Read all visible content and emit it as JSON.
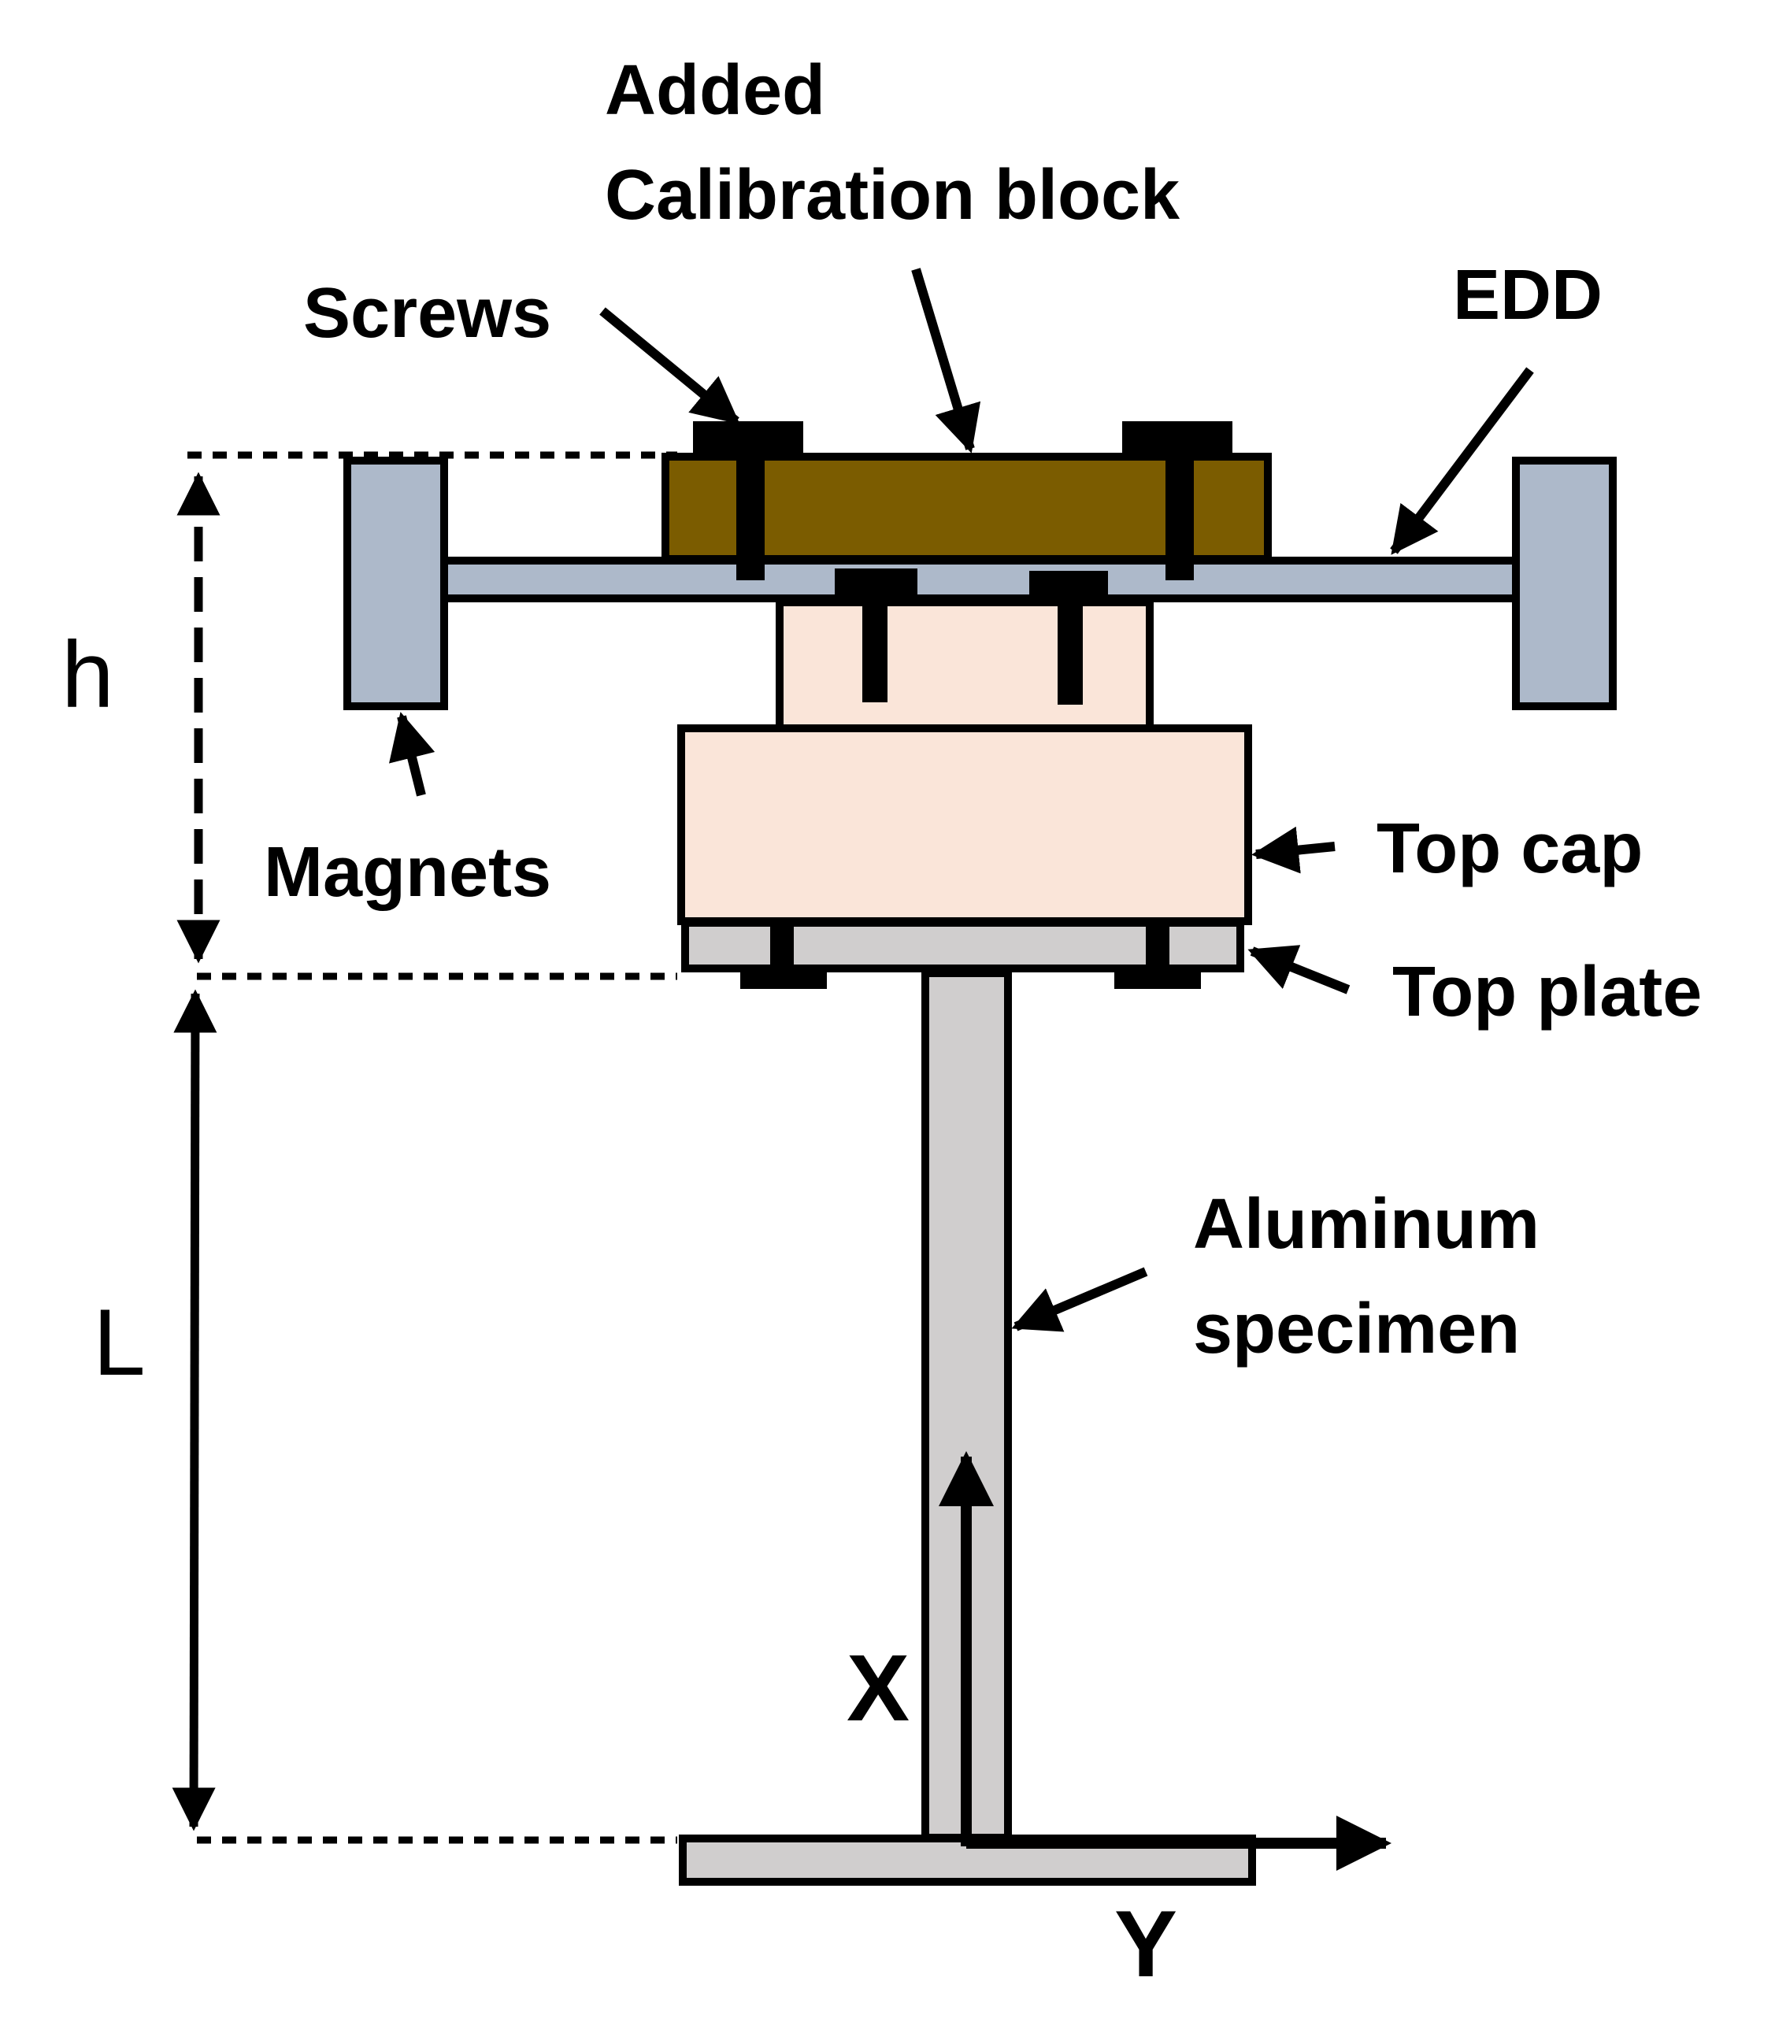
{
  "labels": {
    "calibration_block_line1": "Added",
    "calibration_block_line2": "Calibration block",
    "screws": "Screws",
    "edd": "EDD",
    "magnets": "Magnets",
    "top_cap": "Top cap",
    "top_plate": "Top plate",
    "specimen_line1": "Aluminum",
    "specimen_line2": "specimen",
    "height_symbol": "h",
    "length_symbol": "L",
    "x_axis": "X",
    "y_axis": "Y"
  },
  "colors": {
    "outline": "#000000",
    "calibration_block": "#7B5C00",
    "edd_bar": "#ADB9CA",
    "magnet": "#ADB9CA",
    "top_cap": "#FAE5D9",
    "aluminum": "#D0CECE",
    "screw": "#000000",
    "background": "#FFFFFF"
  },
  "icons": {
    "dimension_arrow": "double-headed-arrow",
    "callout": "arrow",
    "axis": "arrow"
  }
}
